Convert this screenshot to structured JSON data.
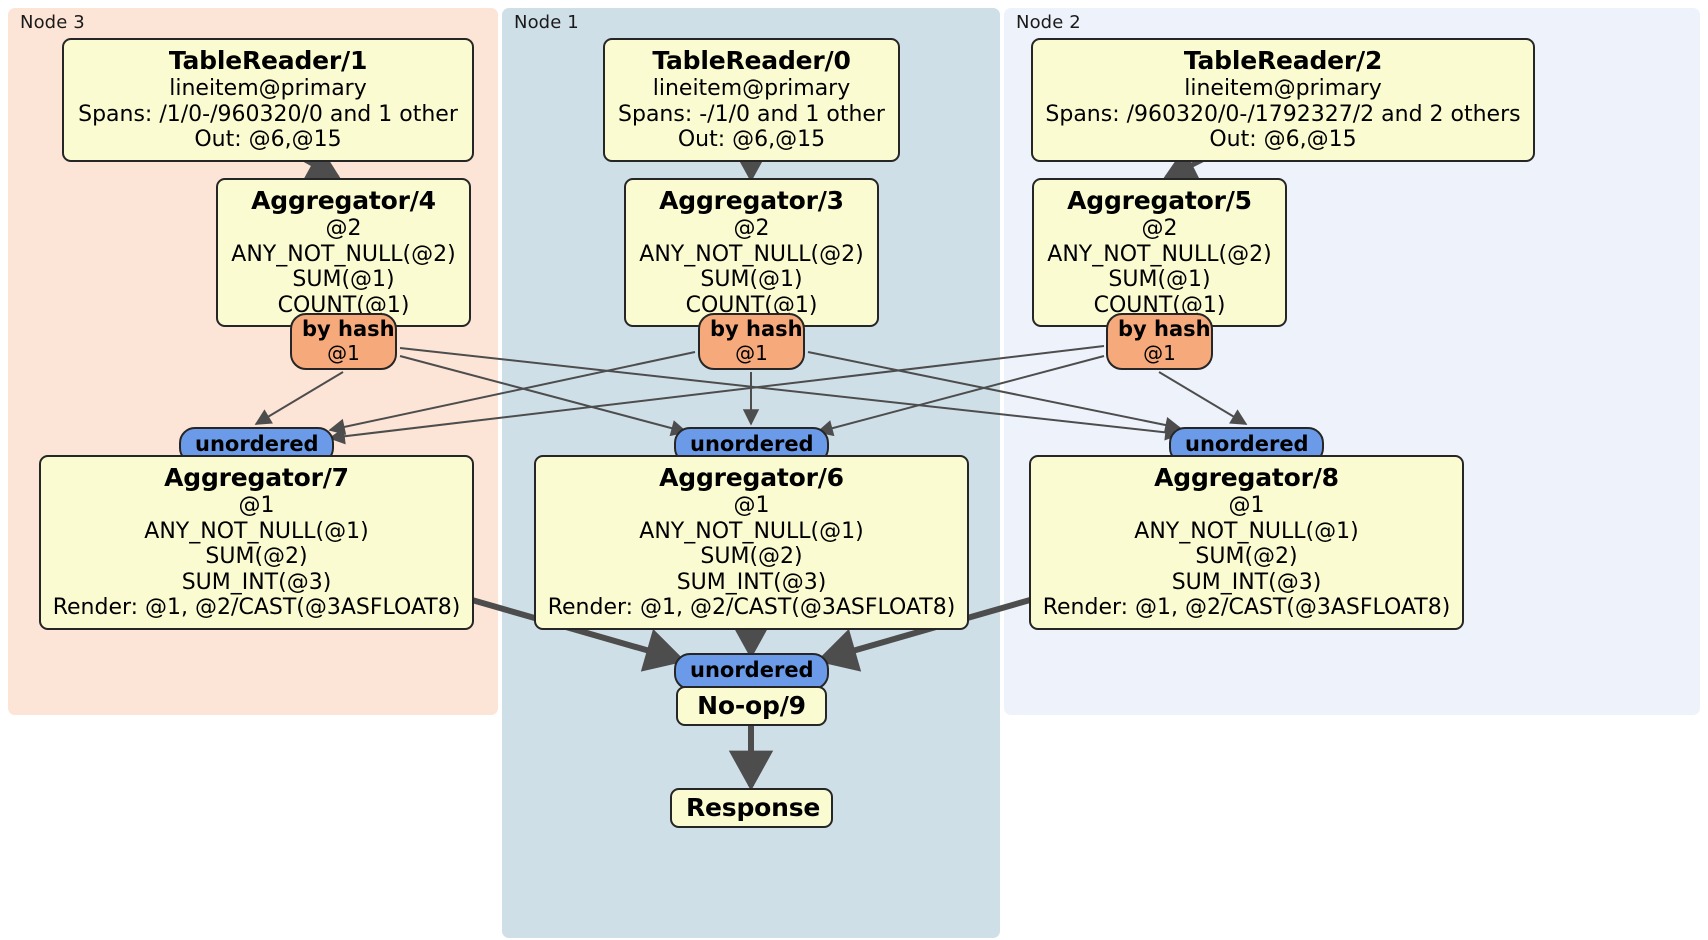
{
  "diagram": {
    "type": "distsql-query-plan",
    "colors": {
      "node3_panel": "#fce4d6",
      "node1_panel": "#cfdfe8",
      "node2_panel": "#eef2fb",
      "processor_box": "#fbfbd2",
      "hash_router": "#f6a97b",
      "synchronizer": "#6b9ae8",
      "edge": "#4d4d4d",
      "border": "#262626"
    }
  },
  "nodes": [
    {
      "id": "node3",
      "label": "Node 3"
    },
    {
      "id": "node1",
      "label": "Node 1"
    },
    {
      "id": "node2",
      "label": "Node 2"
    }
  ],
  "processors": {
    "table_reader_1": {
      "title": "TableReader/1",
      "lines": [
        "lineitem@primary",
        "Spans: /1/0-/960320/0 and 1 other",
        "Out: @6,@15"
      ]
    },
    "table_reader_0": {
      "title": "TableReader/0",
      "lines": [
        "lineitem@primary",
        "Spans: -/1/0 and 1 other",
        "Out: @6,@15"
      ]
    },
    "table_reader_2": {
      "title": "TableReader/2",
      "lines": [
        "lineitem@primary",
        "Spans: /960320/0-/1792327/2 and 2 others",
        "Out: @6,@15"
      ]
    },
    "aggregator_4": {
      "title": "Aggregator/4",
      "lines": [
        "@2",
        "ANY_NOT_NULL(@2)",
        "SUM(@1)",
        "COUNT(@1)"
      ]
    },
    "aggregator_3": {
      "title": "Aggregator/3",
      "lines": [
        "@2",
        "ANY_NOT_NULL(@2)",
        "SUM(@1)",
        "COUNT(@1)"
      ]
    },
    "aggregator_5": {
      "title": "Aggregator/5",
      "lines": [
        "@2",
        "ANY_NOT_NULL(@2)",
        "SUM(@1)",
        "COUNT(@1)"
      ]
    },
    "aggregator_7": {
      "title": "Aggregator/7",
      "lines": [
        "@1",
        "ANY_NOT_NULL(@1)",
        "SUM(@2)",
        "SUM_INT(@3)",
        "Render: @1, @2/CAST(@3ASFLOAT8)"
      ]
    },
    "aggregator_6": {
      "title": "Aggregator/6",
      "lines": [
        "@1",
        "ANY_NOT_NULL(@1)",
        "SUM(@2)",
        "SUM_INT(@3)",
        "Render: @1, @2/CAST(@3ASFLOAT8)"
      ]
    },
    "aggregator_8": {
      "title": "Aggregator/8",
      "lines": [
        "@1",
        "ANY_NOT_NULL(@1)",
        "SUM(@2)",
        "SUM_INT(@3)",
        "Render: @1, @2/CAST(@3ASFLOAT8)"
      ]
    },
    "noop_9": {
      "title": "No-op/9"
    },
    "response": {
      "title": "Response"
    }
  },
  "routers": {
    "hash_left": {
      "kind": "by hash",
      "column": "@1"
    },
    "hash_center": {
      "kind": "by hash",
      "column": "@1"
    },
    "hash_right": {
      "kind": "by hash",
      "column": "@1"
    }
  },
  "synchronizers": {
    "sync_left": {
      "kind": "unordered"
    },
    "sync_center": {
      "kind": "unordered"
    },
    "sync_right": {
      "kind": "unordered"
    },
    "sync_final": {
      "kind": "unordered"
    }
  }
}
